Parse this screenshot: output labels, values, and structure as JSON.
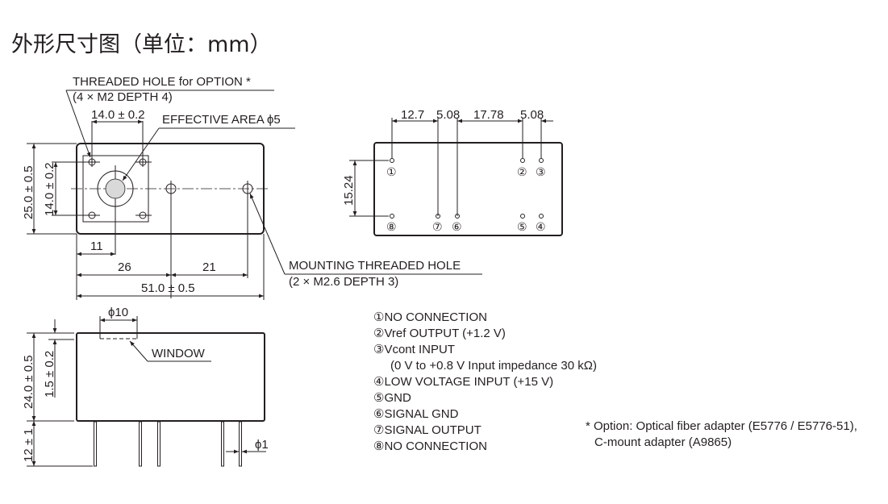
{
  "title": "外形尺寸图（单位：mm）",
  "top_view": {
    "threaded_hole_label": "THREADED HOLE for OPTION *",
    "threaded_hole_spec": "(4 × M2 DEPTH 4)",
    "dim_width_square": "14.0 ± 0.2",
    "effective_area": "EFFECTIVE AREA ϕ5",
    "dim_height": "25.0 ± 0.5",
    "dim_height_square": "14.0 ± 0.2",
    "dim_11": "11",
    "dim_26": "26",
    "dim_21": "21",
    "dim_length": "51.0 ± 0.5",
    "mounting_label": "MOUNTING THREADED HOLE",
    "mounting_spec": "(2 × M2.6 DEPTH 3)"
  },
  "pin_view": {
    "dims": [
      "12.7",
      "5.08",
      "17.78",
      "5.08"
    ],
    "dim_vertical": "15.24",
    "pins_top": [
      "①",
      "②",
      "③"
    ],
    "pins_bottom": [
      "⑧",
      "⑦",
      "⑥",
      "⑤",
      "④"
    ]
  },
  "side_view": {
    "window_dia": "ϕ10",
    "window_label": "WINDOW",
    "dim_height": "24.0 ± 0.5",
    "dim_window_depth": "1.5 ± 0.2",
    "dim_pin_length": "12 ± 1",
    "pin_dia": "ϕ1"
  },
  "legend": [
    "①NO CONNECTION",
    "②Vref OUTPUT (+1.2 V)",
    "③Vcont INPUT",
    "(0 V to +0.8 V Input impedance 30 kΩ)",
    "④LOW VOLTAGE INPUT (+15 V)",
    "⑤GND",
    "⑥SIGNAL GND",
    "⑦SIGNAL OUTPUT",
    "⑧NO CONNECTION"
  ],
  "note": [
    "* Option: Optical fiber adapter (E5776 / E5776-51),",
    "C-mount adapter (A9865)"
  ]
}
